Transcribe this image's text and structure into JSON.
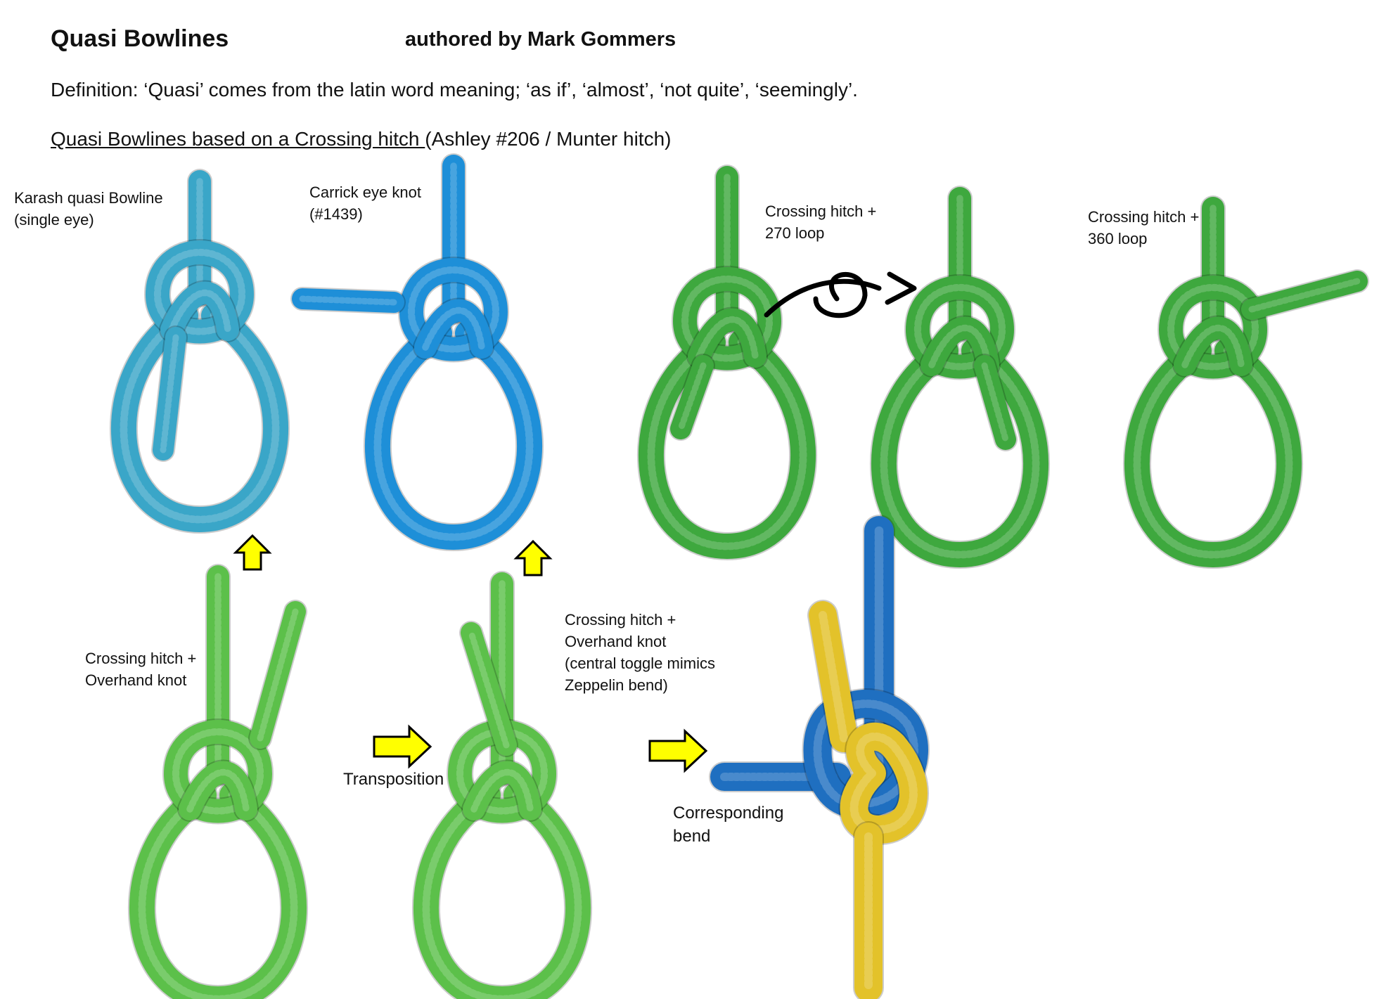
{
  "header": {
    "title": "Quasi Bowlines",
    "author": "authored by Mark Gommers",
    "definition": "Definition: ‘Quasi’ comes from the latin word meaning; ‘as if’, ‘almost’, ‘not quite’, ‘seemingly’.",
    "section_underlined": "Quasi Bowlines based on a Crossing hitch ",
    "section_rest": "(Ashley #206 / Munter hitch)"
  },
  "labels": {
    "karash": "Karash quasi Bowline\n(single eye)",
    "carrick": "Carrick eye knot\n(#1439)",
    "loop270": "Crossing hitch +\n270 loop",
    "loop360": "Crossing hitch +\n360 loop",
    "overhand": "Crossing hitch +\nOverhand knot",
    "transposition": "Transposition",
    "zeppelin": "Crossing hitch +\nOverhand knot\n(central toggle mimics\nZeppelin bend)",
    "bend": "Corresponding\nbend"
  },
  "colors": {
    "cyan_rope": "#3aa6c8",
    "blue_rope": "#1e8fd8",
    "green_rope": "#3ea83e",
    "light_green_rope": "#5cc04a",
    "bend_blue": "#1f6fc0",
    "bend_yellow": "#e3c22a",
    "arrow_yellow": "#ffff00"
  }
}
